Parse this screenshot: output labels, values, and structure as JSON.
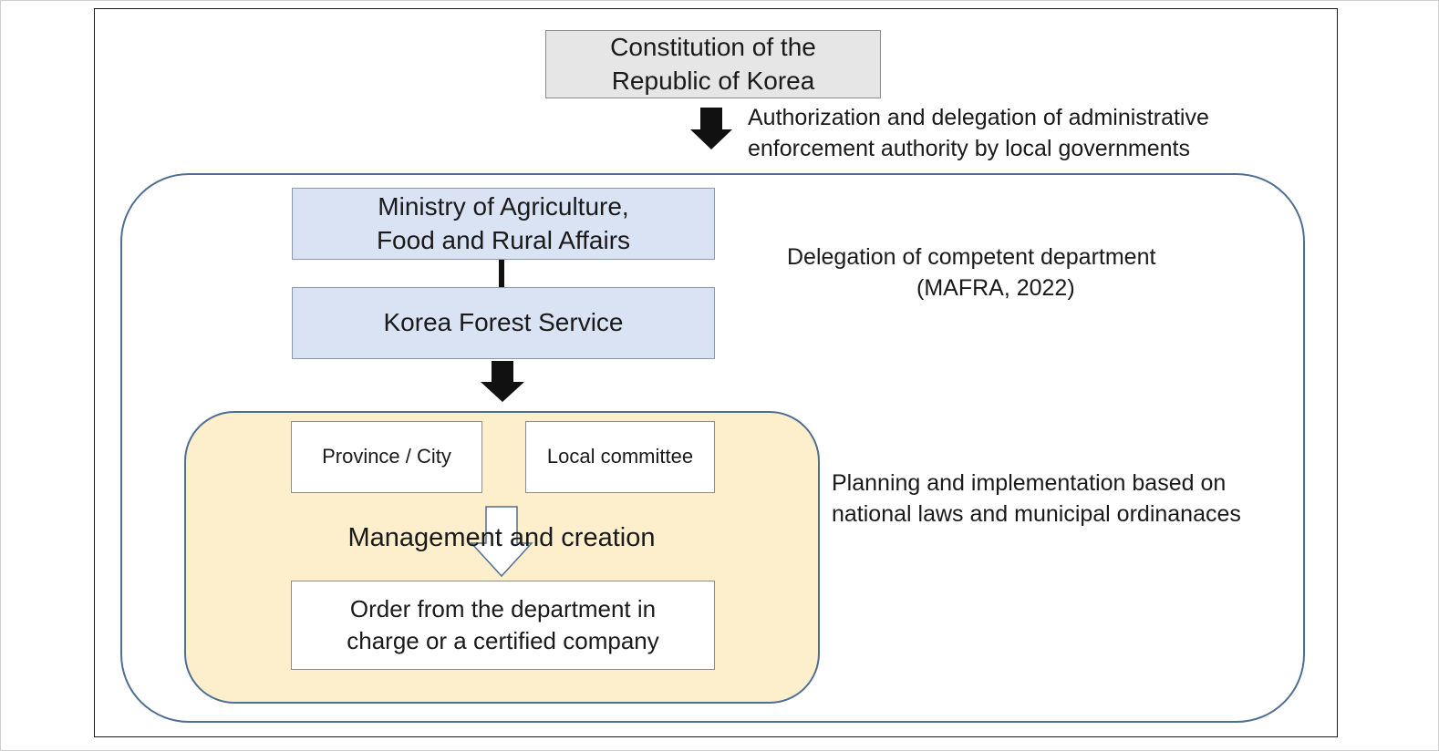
{
  "nodes": {
    "constitution": "Constitution of the\nRepublic of Korea",
    "ministry": "Ministry of Agriculture,\nFood and Rural Affairs",
    "korea_forest_service": "Korea Forest Service",
    "province_city": "Province / City",
    "local_committee": "Local committee",
    "management": "Management  and  creation",
    "order": "Order from the department in\ncharge or a certified company"
  },
  "annotations": {
    "authorization": "Authorization and delegation of administrative\nenforcement authority by local governments",
    "delegation": "Delegation of competent department",
    "delegation_source": "(MAFRA, 2022)",
    "planning": "Planning and implementation based on\nnational laws and municipal ordinanaces"
  },
  "colors": {
    "constitution_fill": "#e6e6e6",
    "blue_box_fill": "#dae3f3",
    "yellow_fill": "#fdeecc",
    "border_blue": "#4e6f93"
  }
}
